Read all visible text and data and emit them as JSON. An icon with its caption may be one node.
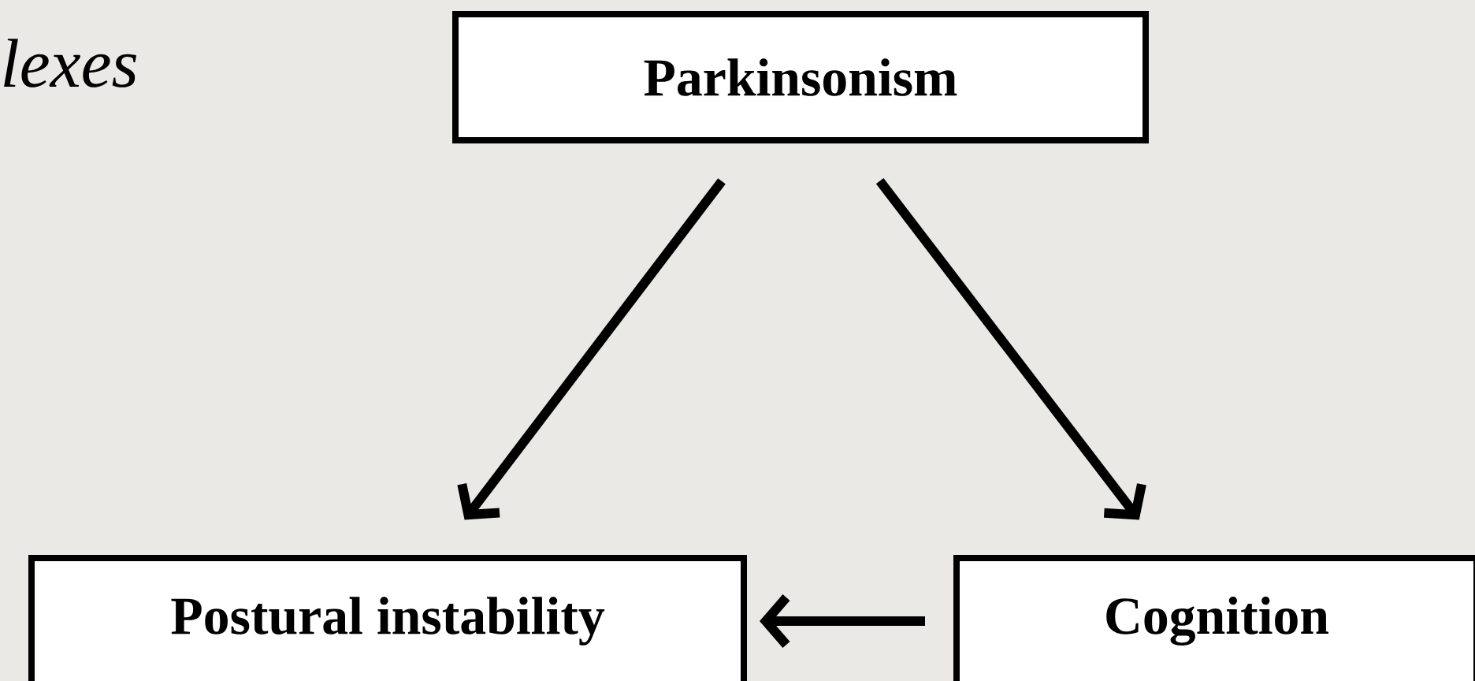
{
  "diagram": {
    "nodes": [
      {
        "text": [
          "Parkinsonism"
        ]
      },
      {
        "text": [
          "Postural instability"
        ]
      },
      {
        "text": [
          "Cognition"
        ]
      }
    ],
    "edges": [
      {
        "from": 0,
        "to": 1,
        "arrow": "to"
      },
      {
        "from": 0,
        "to": 2,
        "arrow": "to"
      },
      {
        "from": 2,
        "to": 1,
        "arrow": "to"
      }
    ],
    "labels": [
      "lexes"
    ]
  }
}
